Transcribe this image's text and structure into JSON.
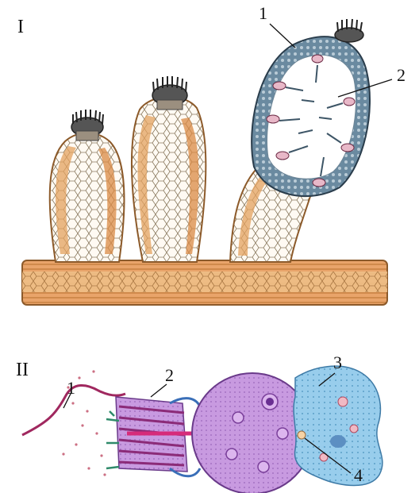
{
  "panel_I": {
    "roman": "I",
    "callouts": [
      "1",
      "2"
    ]
  },
  "panel_II": {
    "roman": "II",
    "callouts": [
      "1",
      "2",
      "3",
      "4"
    ]
  },
  "colors": {
    "cell_fill": "#ffffff",
    "cell_line": "#8a7a60",
    "tissue": "#e3a15f",
    "tissue_dark": "#cc7d3a",
    "gonangium": "#5e7f95",
    "cnidocyte": "#b58ad6",
    "victim": "#8fc8ea",
    "thread": "#a0285f"
  }
}
